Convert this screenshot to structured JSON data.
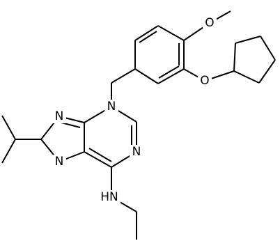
{
  "structure": {
    "atoms": [
      {
        "id": "o_methoxy",
        "label": "O"
      },
      {
        "id": "o_ether",
        "label": "O"
      },
      {
        "id": "n3",
        "label": "N"
      },
      {
        "id": "n1",
        "label": "N"
      },
      {
        "id": "n7",
        "label": "N"
      },
      {
        "id": "n9",
        "label": "N"
      },
      {
        "id": "nh_amine",
        "label": "HN"
      }
    ]
  }
}
